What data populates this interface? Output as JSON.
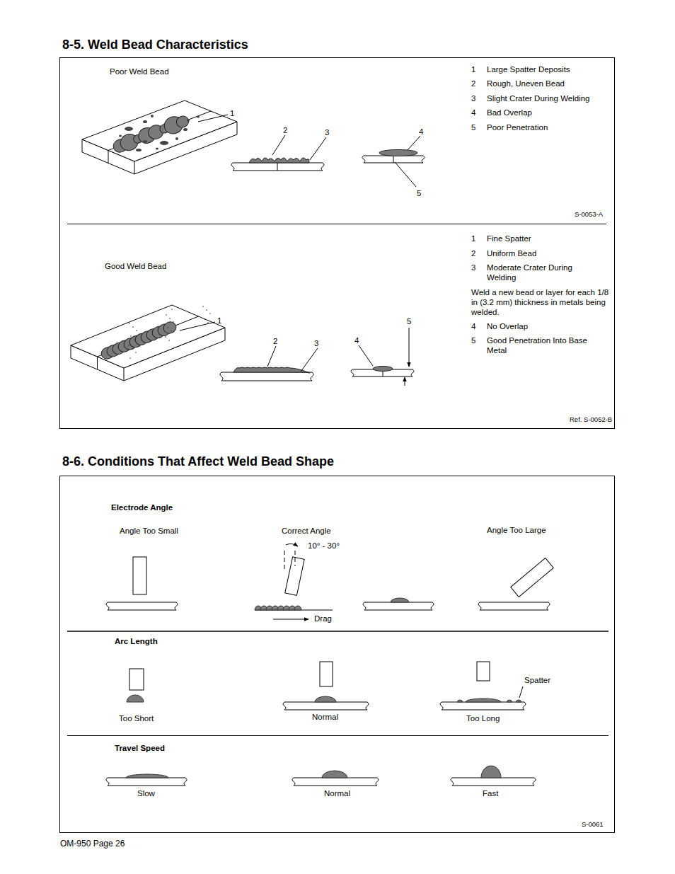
{
  "diagram": {
    "nodes": [
      {
        "text": [
          "8-5. Weld Bead Characteristics"
        ]
      },
      {
        "text": [
          "8-6. Conditions That Affect Weld Bead Shape"
        ]
      }
    ],
    "labels": [
      "Poor Weld Bead",
      "1",
      "2",
      "3",
      "4",
      "5",
      "1",
      "Large Spatter Deposits",
      "2",
      "Rough, Uneven Bead",
      "3",
      "Slight Crater During Welding",
      "4",
      "Bad Overlap",
      "5",
      "Poor Penetration",
      "S-0053-A",
      "Good Weld Bead",
      "1",
      "2",
      "3",
      "4",
      "5",
      "1",
      "Fine Spatter",
      "2",
      "Uniform Bead",
      "3",
      "Moderate Crater During Welding",
      "Weld a new bead or layer for each 1/8 in (3.2 mm) thickness in metals being welded.",
      "4",
      "No Overlap",
      "5",
      "Good Penetration Into Base Metal",
      "Ref. S-0052-B",
      "Electrode Angle",
      "Angle Too Small",
      "Correct Angle",
      "10° - 30°",
      "Drag",
      "Angle Too Large",
      "Arc Length",
      "Too Short",
      "Normal",
      "Too Long",
      "Spatter",
      "Travel Speed",
      "Slow",
      "Normal",
      "Fast",
      "S-0061",
      "OM-950 Page 26"
    ]
  }
}
